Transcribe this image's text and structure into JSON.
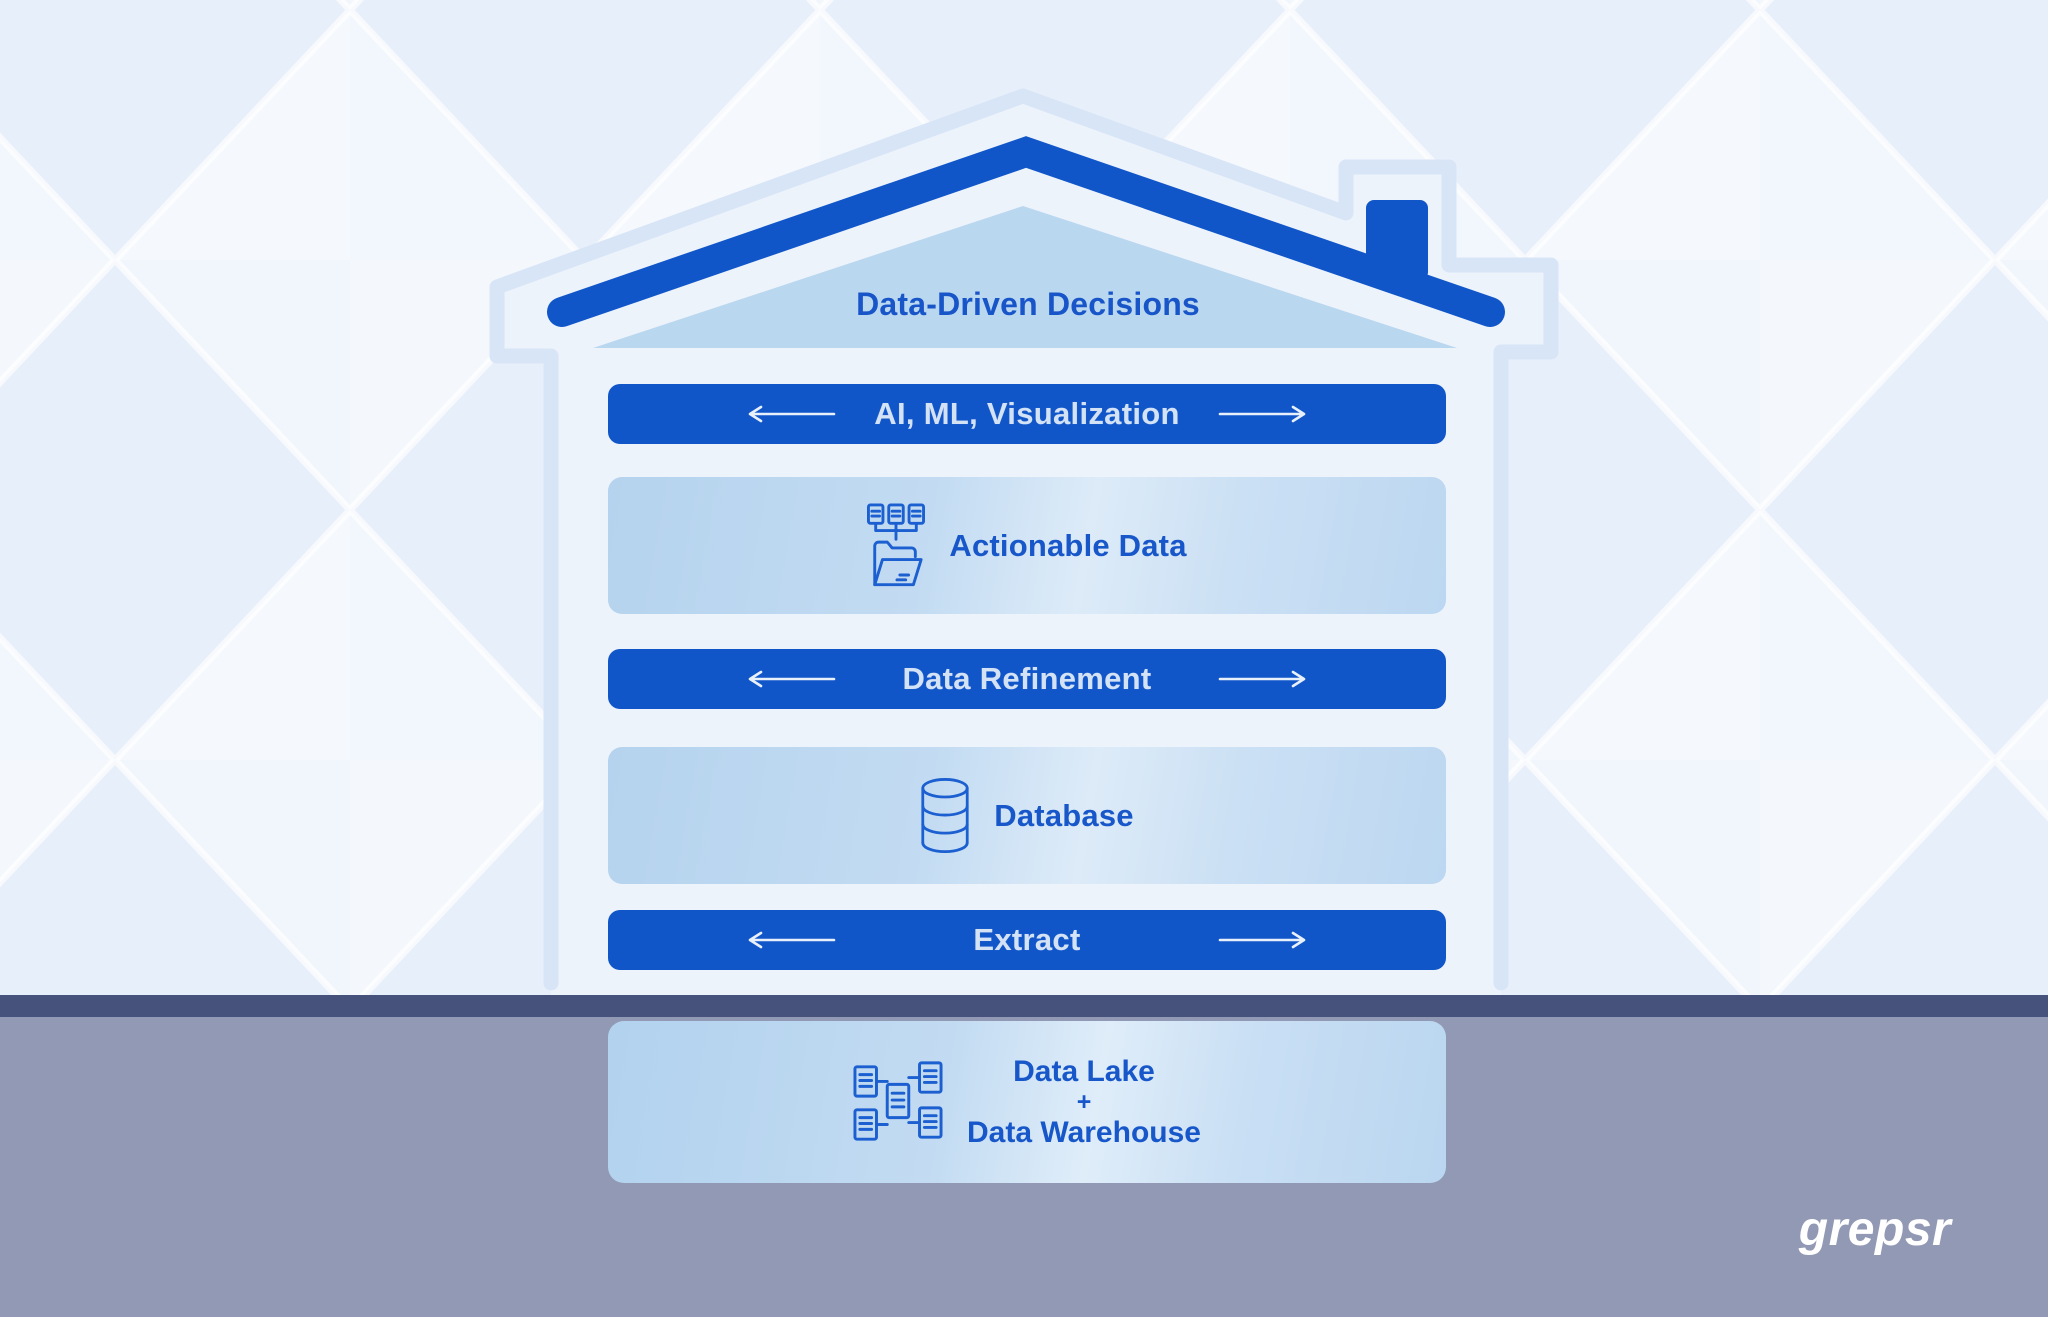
{
  "house": {
    "roof_label": "Data-Driven Decisions",
    "levels": [
      {
        "kind": "bar",
        "label": "AI, ML, Visualization"
      },
      {
        "kind": "card",
        "label": "Actionable Data",
        "icon": "documents-into-folder-icon"
      },
      {
        "kind": "bar",
        "label": "Data Refinement"
      },
      {
        "kind": "card",
        "label": "Database",
        "icon": "database-cylinder-icon"
      },
      {
        "kind": "bar",
        "label": "Extract"
      }
    ]
  },
  "underground": {
    "card": {
      "icon": "linked-documents-icon",
      "line1": "Data Lake",
      "line2": "+",
      "line3": "Data Warehouse"
    }
  },
  "brand": {
    "logo_text": "grepsr"
  },
  "colors": {
    "primary_blue": "#1156c9",
    "bar_text": "#d3e2f5",
    "label_blue": "#1757c9",
    "card_light": "#b9d6f0",
    "gable_triangle": "#bad7f0",
    "house_outline": "#d8e5f6",
    "house_interior": "#edf3fb",
    "ground_line": "#46517c",
    "underground": "#9299b4",
    "background": "#eef4fb"
  }
}
